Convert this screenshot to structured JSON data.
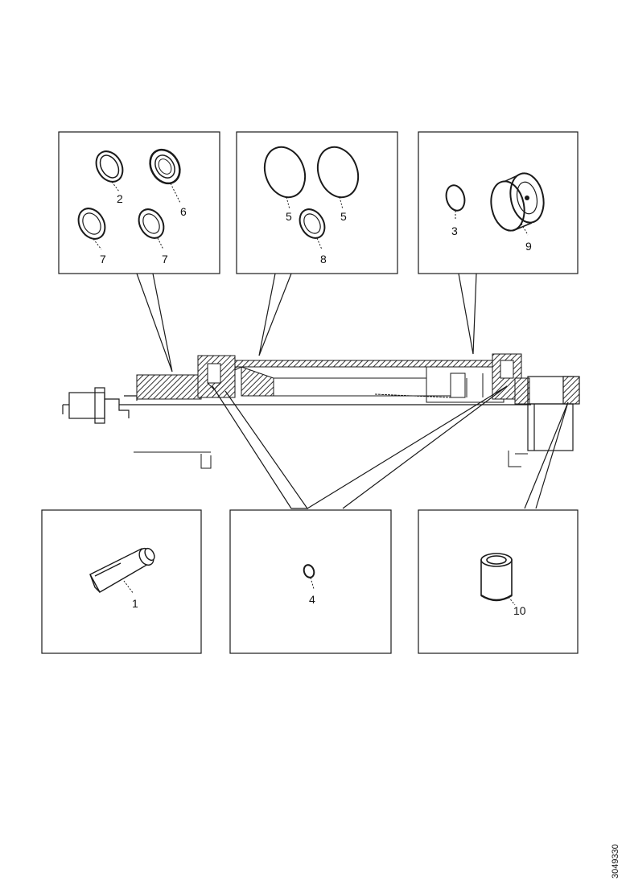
{
  "callouts": {
    "top_left": [
      "2",
      "6",
      "7",
      "7"
    ],
    "top_middle": [
      "5",
      "5",
      "8"
    ],
    "top_right": [
      "3",
      "9"
    ],
    "bottom_left": [
      "1"
    ],
    "bottom_middle": [
      "4"
    ],
    "bottom_right": [
      "10"
    ]
  },
  "reference_code": "3049330",
  "colors": {
    "line": "#1a1a1a",
    "hatch": "#333333",
    "background": "#ffffff"
  }
}
